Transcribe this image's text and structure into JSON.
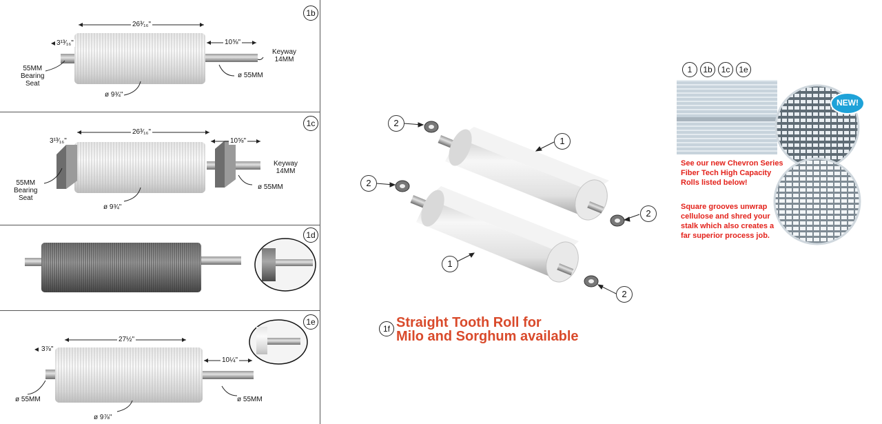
{
  "panels": {
    "p1b": {
      "badge": "1b",
      "dim_length": "26³⁄₁₆\"",
      "dim_left": "3¹³⁄₁₆\"",
      "dim_shaft": "10⅝\"",
      "keyway": "Keyway\n14MM",
      "bearing": "55MM\nBearing\nSeat",
      "shaft_dia": "ø 55MM",
      "roll_dia": "ø 9¾\""
    },
    "p1c": {
      "badge": "1c",
      "dim_length": "26³⁄₁₆\"",
      "dim_left": "3¹³⁄₁₆\"",
      "dim_shaft": "10⅝\"",
      "keyway": "Keyway\n14MM",
      "bearing": "55MM\nBearing\nSeat",
      "shaft_dia": "ø 55MM",
      "roll_dia": "ø 9¾\""
    },
    "p1d": {
      "badge": "1d"
    },
    "p1e": {
      "badge": "1e",
      "dim_length": "27½\"",
      "dim_left": "3⅞\"",
      "dim_shaft": "10¼\"",
      "shaft_dia_left": "ø 55MM",
      "shaft_dia_right": "ø 55MM",
      "roll_dia": "ø 9⅞\""
    }
  },
  "center": {
    "callouts": [
      "2",
      "1",
      "2",
      "2",
      "1",
      "2"
    ],
    "variant_badge": "1f",
    "variant_text": [
      "Straight Tooth Roll for",
      "Milo and Sorghum available"
    ]
  },
  "right": {
    "badges": [
      "1",
      "1b",
      "1c",
      "1e"
    ],
    "new_label": "NEW!",
    "note1": "See our new Chevron Series Fiber Tech High Capacity Rolls listed below!",
    "note2": "Square grooves unwrap cellulose and shred your stalk which also creates a far superior process job."
  }
}
